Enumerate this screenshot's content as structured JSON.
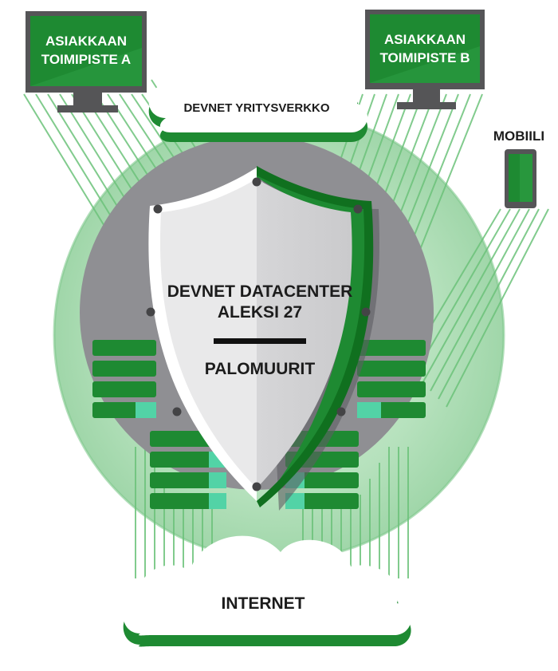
{
  "diagram": {
    "site_a": {
      "line1": "ASIAKKAAN",
      "line2": "TOIMIPISTE A"
    },
    "site_b": {
      "line1": "ASIAKKAAN",
      "line2": "TOIMIPISTE B"
    },
    "corporate_cloud": "DEVNET YRITYSVERKKO",
    "mobile": "MOBIILI",
    "datacenter": {
      "line1": "DEVNET DATACENTER",
      "line2": "ALEKSI 27"
    },
    "firewall": "PALOMUURIT",
    "internet": "INTERNET"
  },
  "colors": {
    "primary_green": "#1e8a32",
    "dark_green": "#10701f",
    "light_green_halo": "#9fd6a8",
    "mint": "#52d3a6",
    "grey": "#8f8f93",
    "dark_grey": "#5e5e62",
    "shield_light": "#e9e9ea",
    "shield_mid": "#d3d3d5",
    "text": "#1c1c1c"
  }
}
